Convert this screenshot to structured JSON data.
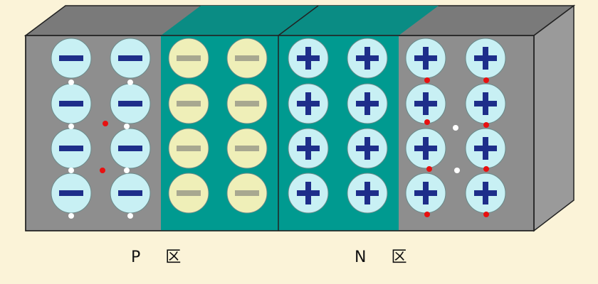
{
  "labels": {
    "p_region": "P 区",
    "n_region": "N 区"
  },
  "colors": {
    "background": "#FBF3D8",
    "block_face": "#8E8E8E",
    "block_top": "#7A7A7A",
    "block_side": "#9A9A9A",
    "depletion": "#009A90",
    "depletion_top": "#0A8C84",
    "ion_blue": "#C8F0F4",
    "ion_yellow": "#EFEFB8",
    "sign_blue": "#1E2E8A",
    "sign_gray": "#A8A890",
    "hole": "#E81010",
    "electron": "#FFFFFF",
    "outline": "#222222"
  },
  "ions": {
    "p_neutral": {
      "sign": "minus",
      "fill": "blue",
      "columns": 2,
      "rows": 4
    },
    "p_depletion": {
      "sign": "minus",
      "fill": "yellow",
      "columns": 2,
      "rows": 4
    },
    "n_depletion": {
      "sign": "plus",
      "fill": "blue",
      "columns": 2,
      "rows": 4
    },
    "n_neutral": {
      "sign": "plus",
      "fill": "blue",
      "columns": 2,
      "rows": 4
    }
  },
  "carrier_icons": [
    "hole-icon",
    "electron-icon"
  ]
}
